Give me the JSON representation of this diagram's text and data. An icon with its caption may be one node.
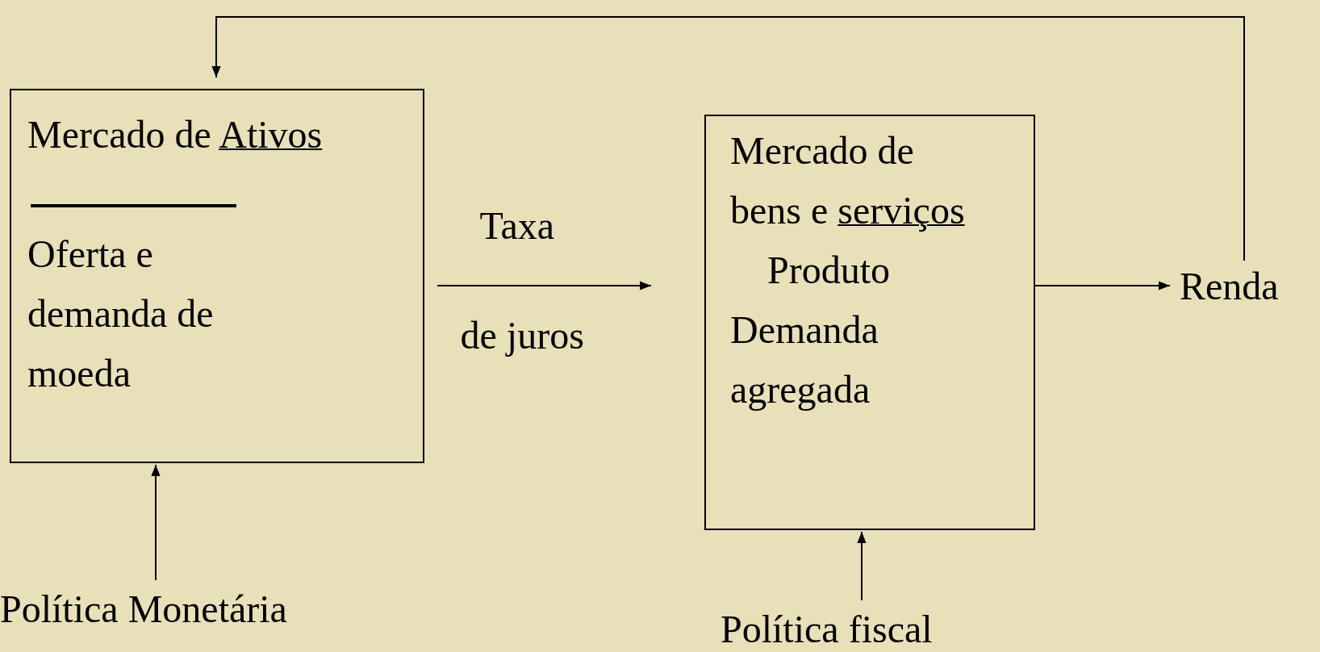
{
  "diagram": {
    "nodes": [
      {
        "text": [
          "Mercado de Ativos",
          "Oferta e demanda de moeda"
        ]
      },
      {
        "text": [
          "Mercado de bens e serviços",
          "Produto",
          "Demanda agregada"
        ]
      },
      {
        "text": [
          "Renda"
        ]
      },
      {
        "text": [
          "Política Monetária"
        ]
      },
      {
        "text": [
          "Política fiscal"
        ]
      }
    ],
    "edges": [
      {
        "from": 0,
        "to": 1,
        "arrow": "to",
        "label": "Taxa de juros"
      },
      {
        "from": 1,
        "to": 2,
        "arrow": "to"
      },
      {
        "from": 3,
        "to": 0,
        "arrow": "to"
      },
      {
        "from": 4,
        "to": 1,
        "arrow": "to"
      },
      {
        "from": 2,
        "to": 0,
        "arrow": "to"
      }
    ]
  }
}
